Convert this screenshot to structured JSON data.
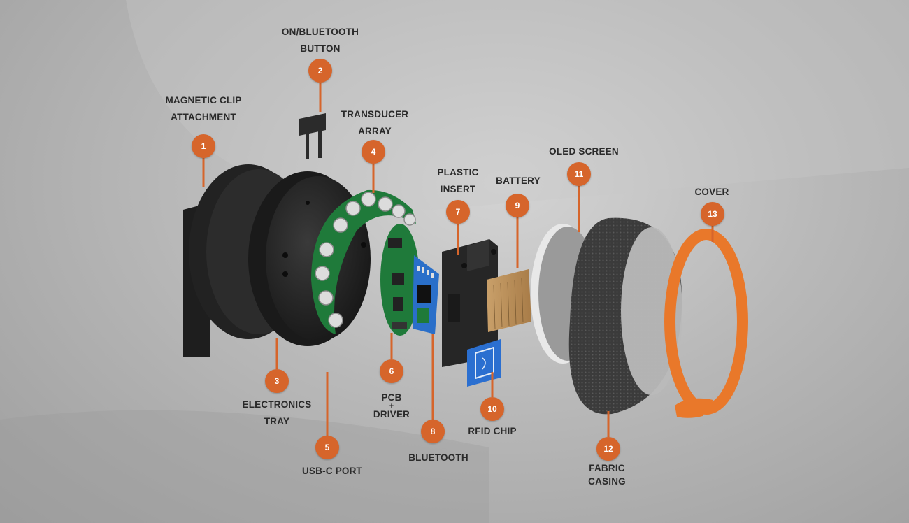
{
  "colors": {
    "accent": "#d6652b",
    "label": "#2a2a2a",
    "background": "#b9b9b9"
  },
  "callouts": [
    {
      "number": "1",
      "lines": [
        "MAGNETIC CLIP",
        "ATTACHMENT"
      ]
    },
    {
      "number": "2",
      "lines": [
        "ON/BLUETOOTH",
        "BUTTON"
      ]
    },
    {
      "number": "3",
      "lines": [
        "ELECTRONICS",
        "TRAY"
      ]
    },
    {
      "number": "4",
      "lines": [
        "TRANSDUCER",
        "ARRAY"
      ]
    },
    {
      "number": "5",
      "lines": [
        "USB-C PORT"
      ]
    },
    {
      "number": "6",
      "lines": [
        "PCB",
        "+",
        "DRIVER"
      ]
    },
    {
      "number": "7",
      "lines": [
        "PLASTIC",
        "INSERT"
      ]
    },
    {
      "number": "8",
      "lines": [
        "BLUETOOTH"
      ]
    },
    {
      "number": "9",
      "lines": [
        "BATTERY"
      ]
    },
    {
      "number": "10",
      "lines": [
        "RFID CHIP"
      ]
    },
    {
      "number": "11",
      "lines": [
        "OLED SCREEN"
      ]
    },
    {
      "number": "12",
      "lines": [
        "FABRIC",
        "CASING"
      ]
    },
    {
      "number": "13",
      "lines": [
        "COVER"
      ]
    }
  ]
}
